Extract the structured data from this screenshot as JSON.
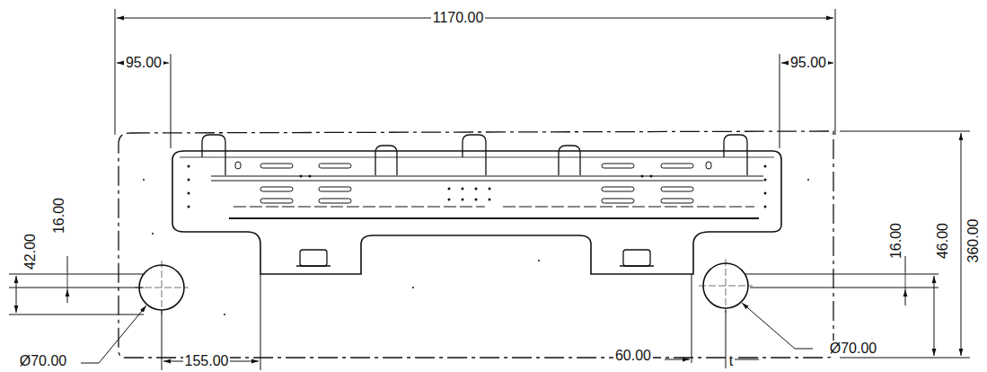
{
  "diagram": {
    "labels": [
      "1170.00",
      "95.00",
      "95.00",
      "42.00",
      "16.00",
      "16.00",
      "46.00",
      "360.00",
      "Ø70.00",
      "155.00",
      "60.00",
      "t",
      "Ø70.00"
    ]
  }
}
